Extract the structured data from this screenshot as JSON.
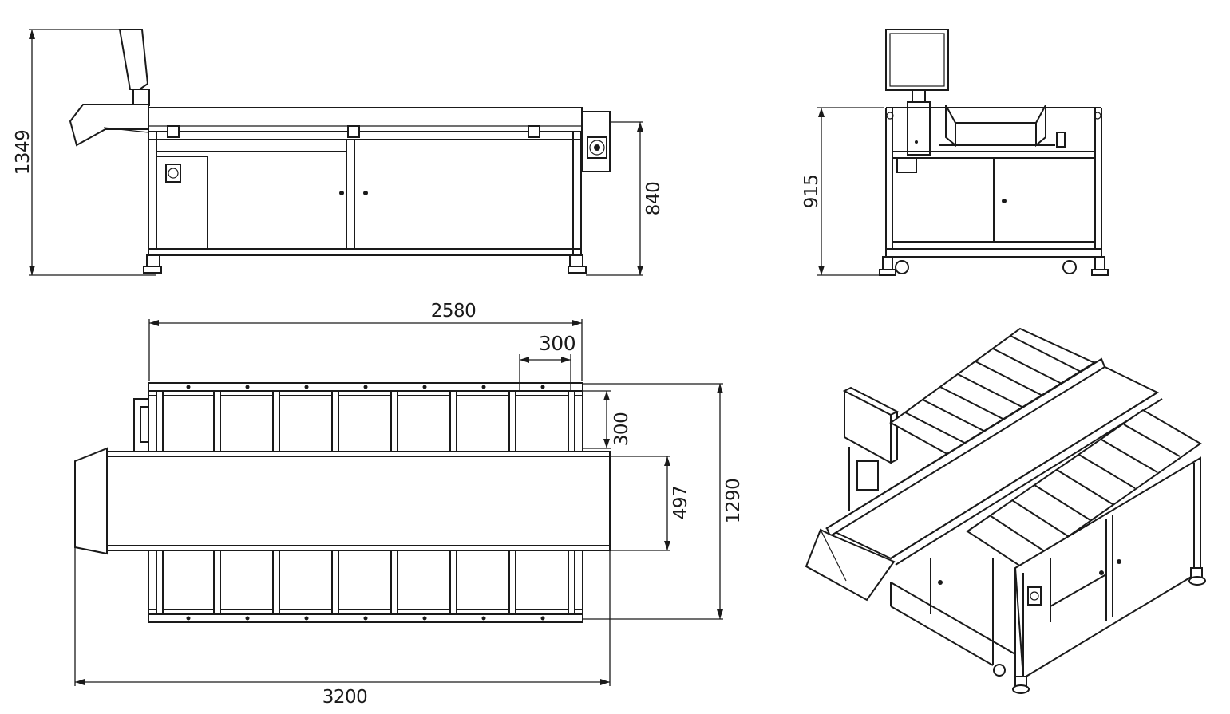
{
  "dimensions": {
    "side_total_height": "1349",
    "side_frame_height": "840",
    "end_height": "915",
    "top_frame_length": "2580",
    "top_bay_pitch": "300",
    "top_bay_depth": "300",
    "top_belt_width": "497",
    "top_total_width": "1290",
    "top_total_length": "3200"
  }
}
